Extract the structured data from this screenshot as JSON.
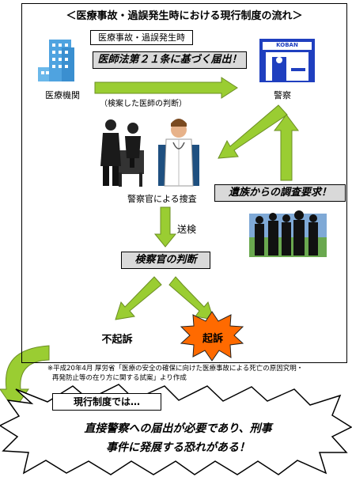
{
  "title": "＜医療事故・過誤発生時における現行制度の流れ＞",
  "occurrence_label": "医療事故・過誤発生時",
  "report_banner": "医師法第２１条に基づく届出！",
  "hospital_label": "医療機関",
  "police_label": "警察",
  "police_sign": "KOBAN",
  "doctor_judgment": "（検案した医師の判断）",
  "investigation_label": "警察官による捜査",
  "family_request": "遺族からの調査要求！",
  "sending_label": "送検",
  "prosecutor_judgment": "検察官の判断",
  "no_indictment": "不起訴",
  "indictment": "起訴",
  "source_note_1": "※平成20年4月 厚労省「医療の安全の確保に向けた医療事故による死亡の原因究明・",
  "source_note_2": "再発防止等の在り方に関する試案」より作成",
  "current_system_label": "現行制度では…",
  "conclusion_line_1": "直接警察への届出が必要であり、刑事",
  "conclusion_line_2": "事件に発展する恐れがある！",
  "colors": {
    "arrow_green": "#9acd32",
    "arrow_dark_green": "#6b8e23",
    "banner_grey": "#d9d9d9",
    "indictment_orange": "#ff6a00",
    "building_blue": "#4fa3e0",
    "police_blue": "#1f3fbf"
  },
  "icons": [
    "hospital-building-icon",
    "police-box-icon",
    "police-officers-icon",
    "doctor-icon",
    "family-silhouettes-icon"
  ]
}
